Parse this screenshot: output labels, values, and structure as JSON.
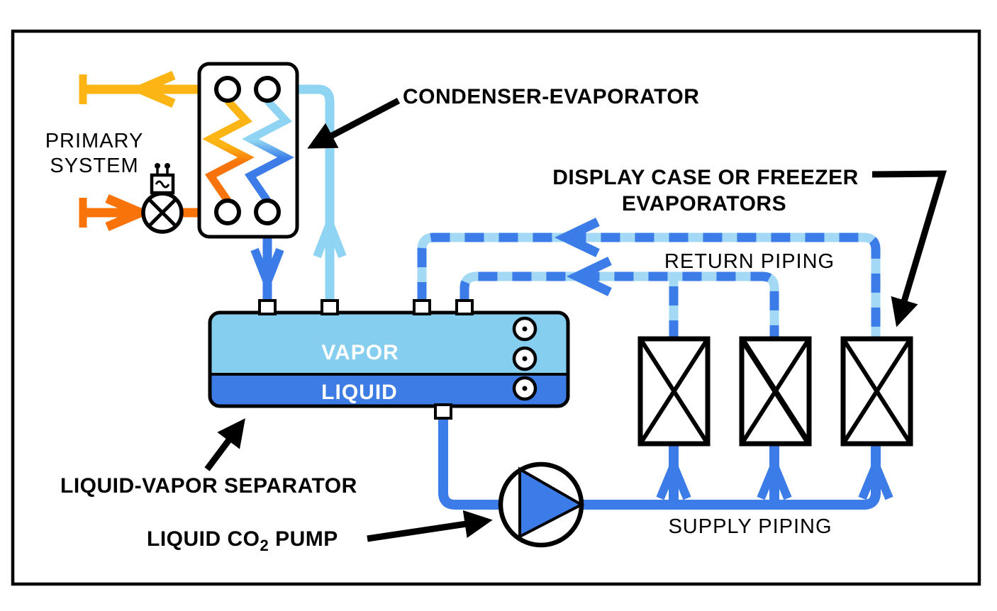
{
  "figure": {
    "type": "refrigeration-system-schematic",
    "labels": {
      "primary_system": [
        "PRIMARY",
        "SYSTEM"
      ],
      "condenser_evaporator": "CONDENSER-EVAPORATOR",
      "display_case": [
        "DISPLAY CASE OR FREEZER",
        "EVAPORATORS"
      ],
      "return_piping": "RETURN PIPING",
      "supply_piping": "SUPPLY PIPING",
      "separator": "LIQUID-VAPOR SEPARATOR",
      "pump": {
        "pre": "LIQUID CO",
        "sub": "2",
        "post": " PUMP"
      },
      "tank_vapor": "VAPOR",
      "tank_liquid": "LIQUID"
    },
    "colors": {
      "primary_warm_return_yellow": "#FCB515",
      "primary_warm_supply_orange": "#F8740A",
      "co2_vapor_light_blue": "#8FD4F2",
      "co2_liquid_blue": "#3B7CE8",
      "return_pipe_base_light_blue": "#A3D9F5",
      "tank_vapor_fill": "#85CEEF",
      "tank_liquid_fill": "#3D7BE5",
      "outline_black": "#000000",
      "background_white": "#FFFFFF"
    },
    "components": {
      "evaporator_count": 3,
      "separator_sight_glass_count": 3,
      "separator_top_nozzle_count": 4
    }
  }
}
